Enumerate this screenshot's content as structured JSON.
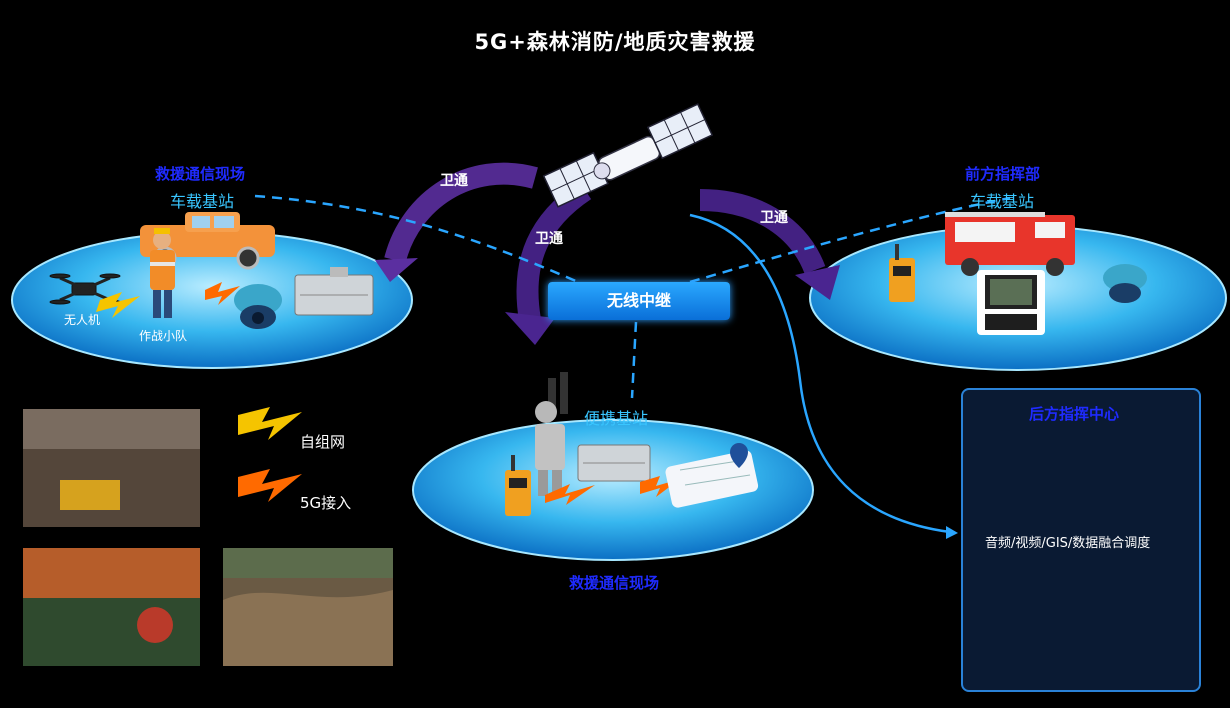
{
  "title": "5G+森林消防/地质灾害救援",
  "left_site": {
    "title": "救援通信现场",
    "subtitle": "车载基站",
    "drone_label": "无人机",
    "team_label": "作战小队"
  },
  "right_site": {
    "title": "前方指挥部",
    "subtitle": "车载基站"
  },
  "bottom_site": {
    "station_label": "便携基站",
    "title": "救援通信现场"
  },
  "relay": {
    "label": "无线中继"
  },
  "satellite_links": {
    "left": "卫通",
    "middle": "卫通",
    "right": "卫通"
  },
  "legend": {
    "self_network": "自组网",
    "access_5g": "5G接入"
  },
  "hq": {
    "title": "后方指挥中心",
    "caption": "音频/视频/GIS/数据融合调度"
  },
  "colors": {
    "site_blue": "#1f2bff",
    "cyan_text": "#39c6ff",
    "lightning_yellow": "#f5c400",
    "lightning_orange": "#ff6a00",
    "relay_blue": "#1a8cf0"
  }
}
